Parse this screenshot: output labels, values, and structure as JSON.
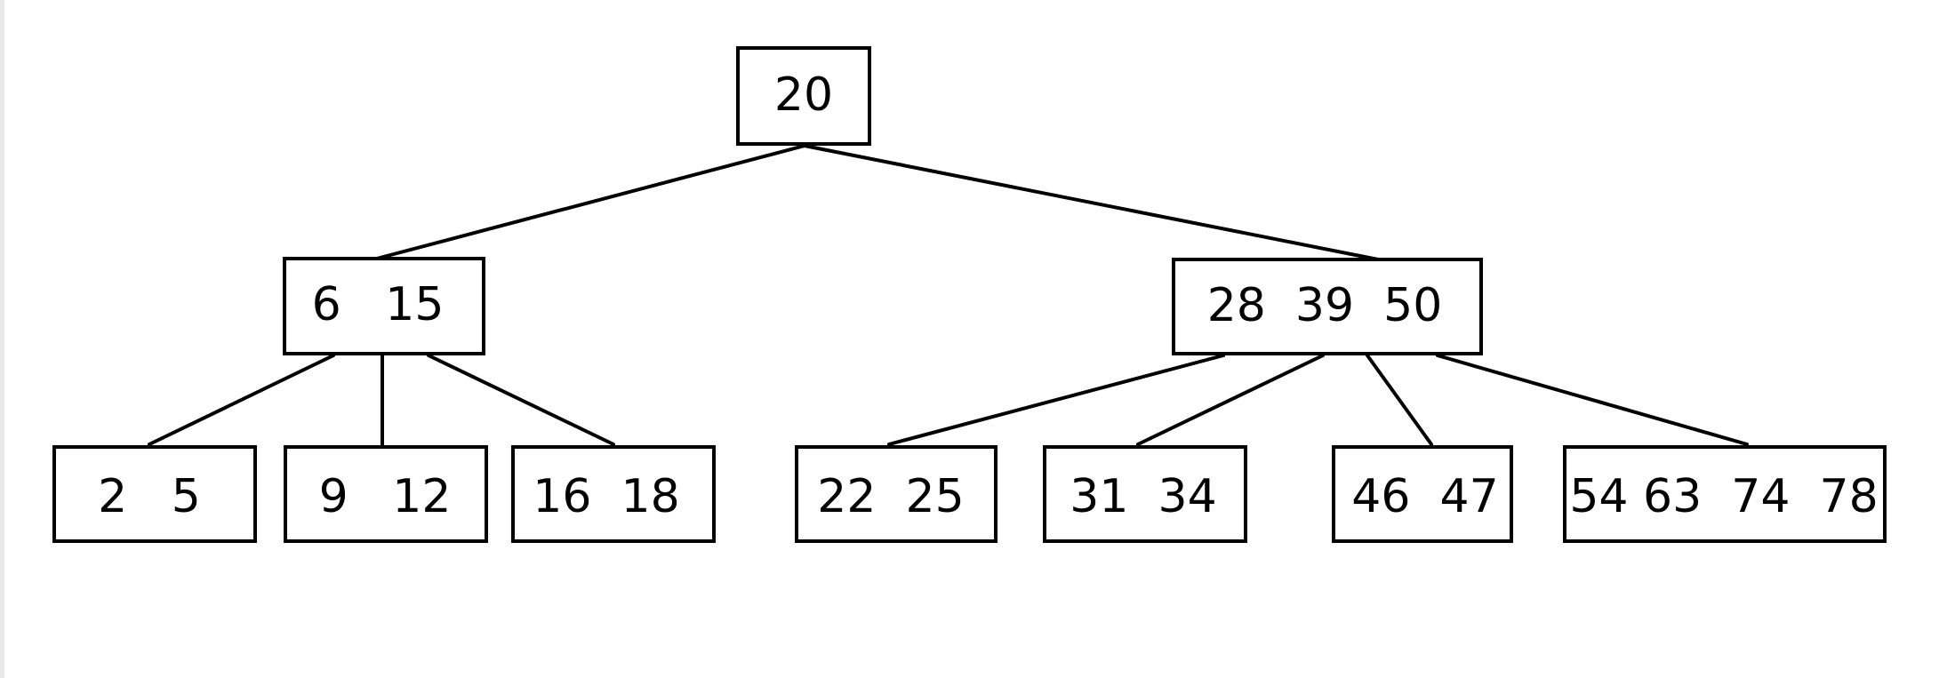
{
  "tree": {
    "root": {
      "label": "20"
    },
    "level1": [
      {
        "label": "6   15"
      },
      {
        "label": "28  39  50"
      }
    ],
    "leaves": [
      {
        "label": "2   5"
      },
      {
        "label": "9   12"
      },
      {
        "label": "16  18"
      },
      {
        "label": "22  25"
      },
      {
        "label": "31  34"
      },
      {
        "label": "46  47"
      },
      {
        "label": "54 63  74  78"
      }
    ]
  }
}
